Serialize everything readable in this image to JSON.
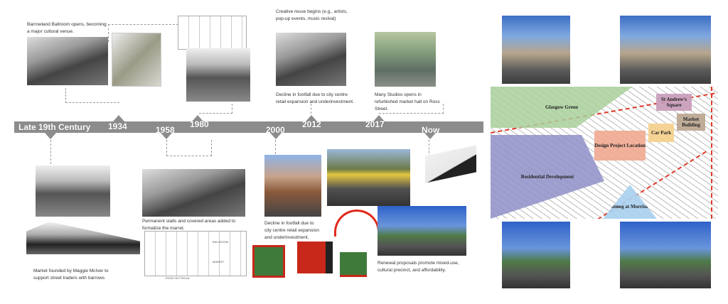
{
  "timeline": {
    "labels": [
      "Late 19th Century",
      "1934",
      "1958",
      "1980",
      "2000",
      "2012",
      "2017",
      "Now"
    ]
  },
  "captions": {
    "c1934": "Barrowland Ballroom opens, becoming a major cultural venue.",
    "c2012a": "Creative reuse begins (e.g., artists, pop-up events, music revival)",
    "c2012b": "Decline in footfall due to city centre retail expansion and underinvestment.",
    "c2017": "Many Studios opens in refurbished market hall on Ross Street.",
    "c19th": "Market founded by Maggie McIver to support street traders with barrows",
    "c1958": "Permanent stalls and covered areas added to formalize the marret.",
    "c2000": "Decline in footfall due to city centre retail expansion and underinvestment.",
    "cnow": "Renewal proposals promote mixed-use, cultural precinct, and affordability."
  },
  "map": {
    "zones": [
      "Glasgow Green",
      "St Andrew's Square",
      "Market Building",
      "Car Park",
      "Design Project Location",
      "Residential Development",
      "Nutmeg at Morrisons"
    ],
    "colors": {
      "green": "#a9d09a",
      "purple": "#8f8fc8",
      "pink": "#f0a890",
      "orange": "#f5cf8a",
      "brown": "#b9a48e",
      "mauve": "#c89ab8",
      "blue": "#a8d0ee",
      "route": "#e03a2a"
    }
  },
  "sketch": {
    "ballroom": "BALLROOM",
    "market": "MARKET",
    "section": "CROSS SECTION AA"
  }
}
